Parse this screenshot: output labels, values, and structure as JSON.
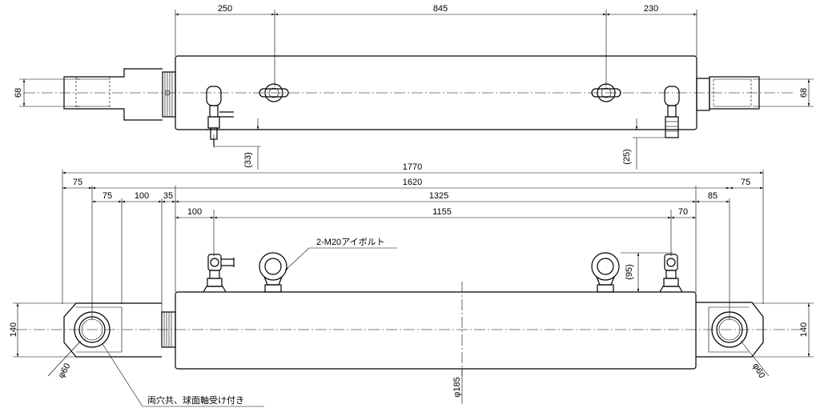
{
  "top_view": {
    "dims": {
      "d250": "250",
      "d845": "845",
      "d230": "230",
      "left_height": "68",
      "right_height": "68",
      "port_left": "(33)",
      "port_right": "(25)"
    }
  },
  "front_view": {
    "dims": {
      "overall": "1770",
      "d1620": "1620",
      "d1325": "1325",
      "d1155": "1155",
      "left_75_outer": "75",
      "left_75_inner": "75",
      "left_100": "100",
      "left_35": "35",
      "port_100": "100",
      "port_70": "70",
      "right_85": "85",
      "right_75": "75",
      "left_height": "140",
      "right_height": "140",
      "eye_bolt_height": "(95)"
    },
    "labels": {
      "eye_bolt": "2-M20アイボルト",
      "bore_left": "φ60",
      "bore_right": "φ60",
      "tube_dia": "φ185",
      "bearing_note": "両穴共、球面軸受け付き"
    }
  }
}
